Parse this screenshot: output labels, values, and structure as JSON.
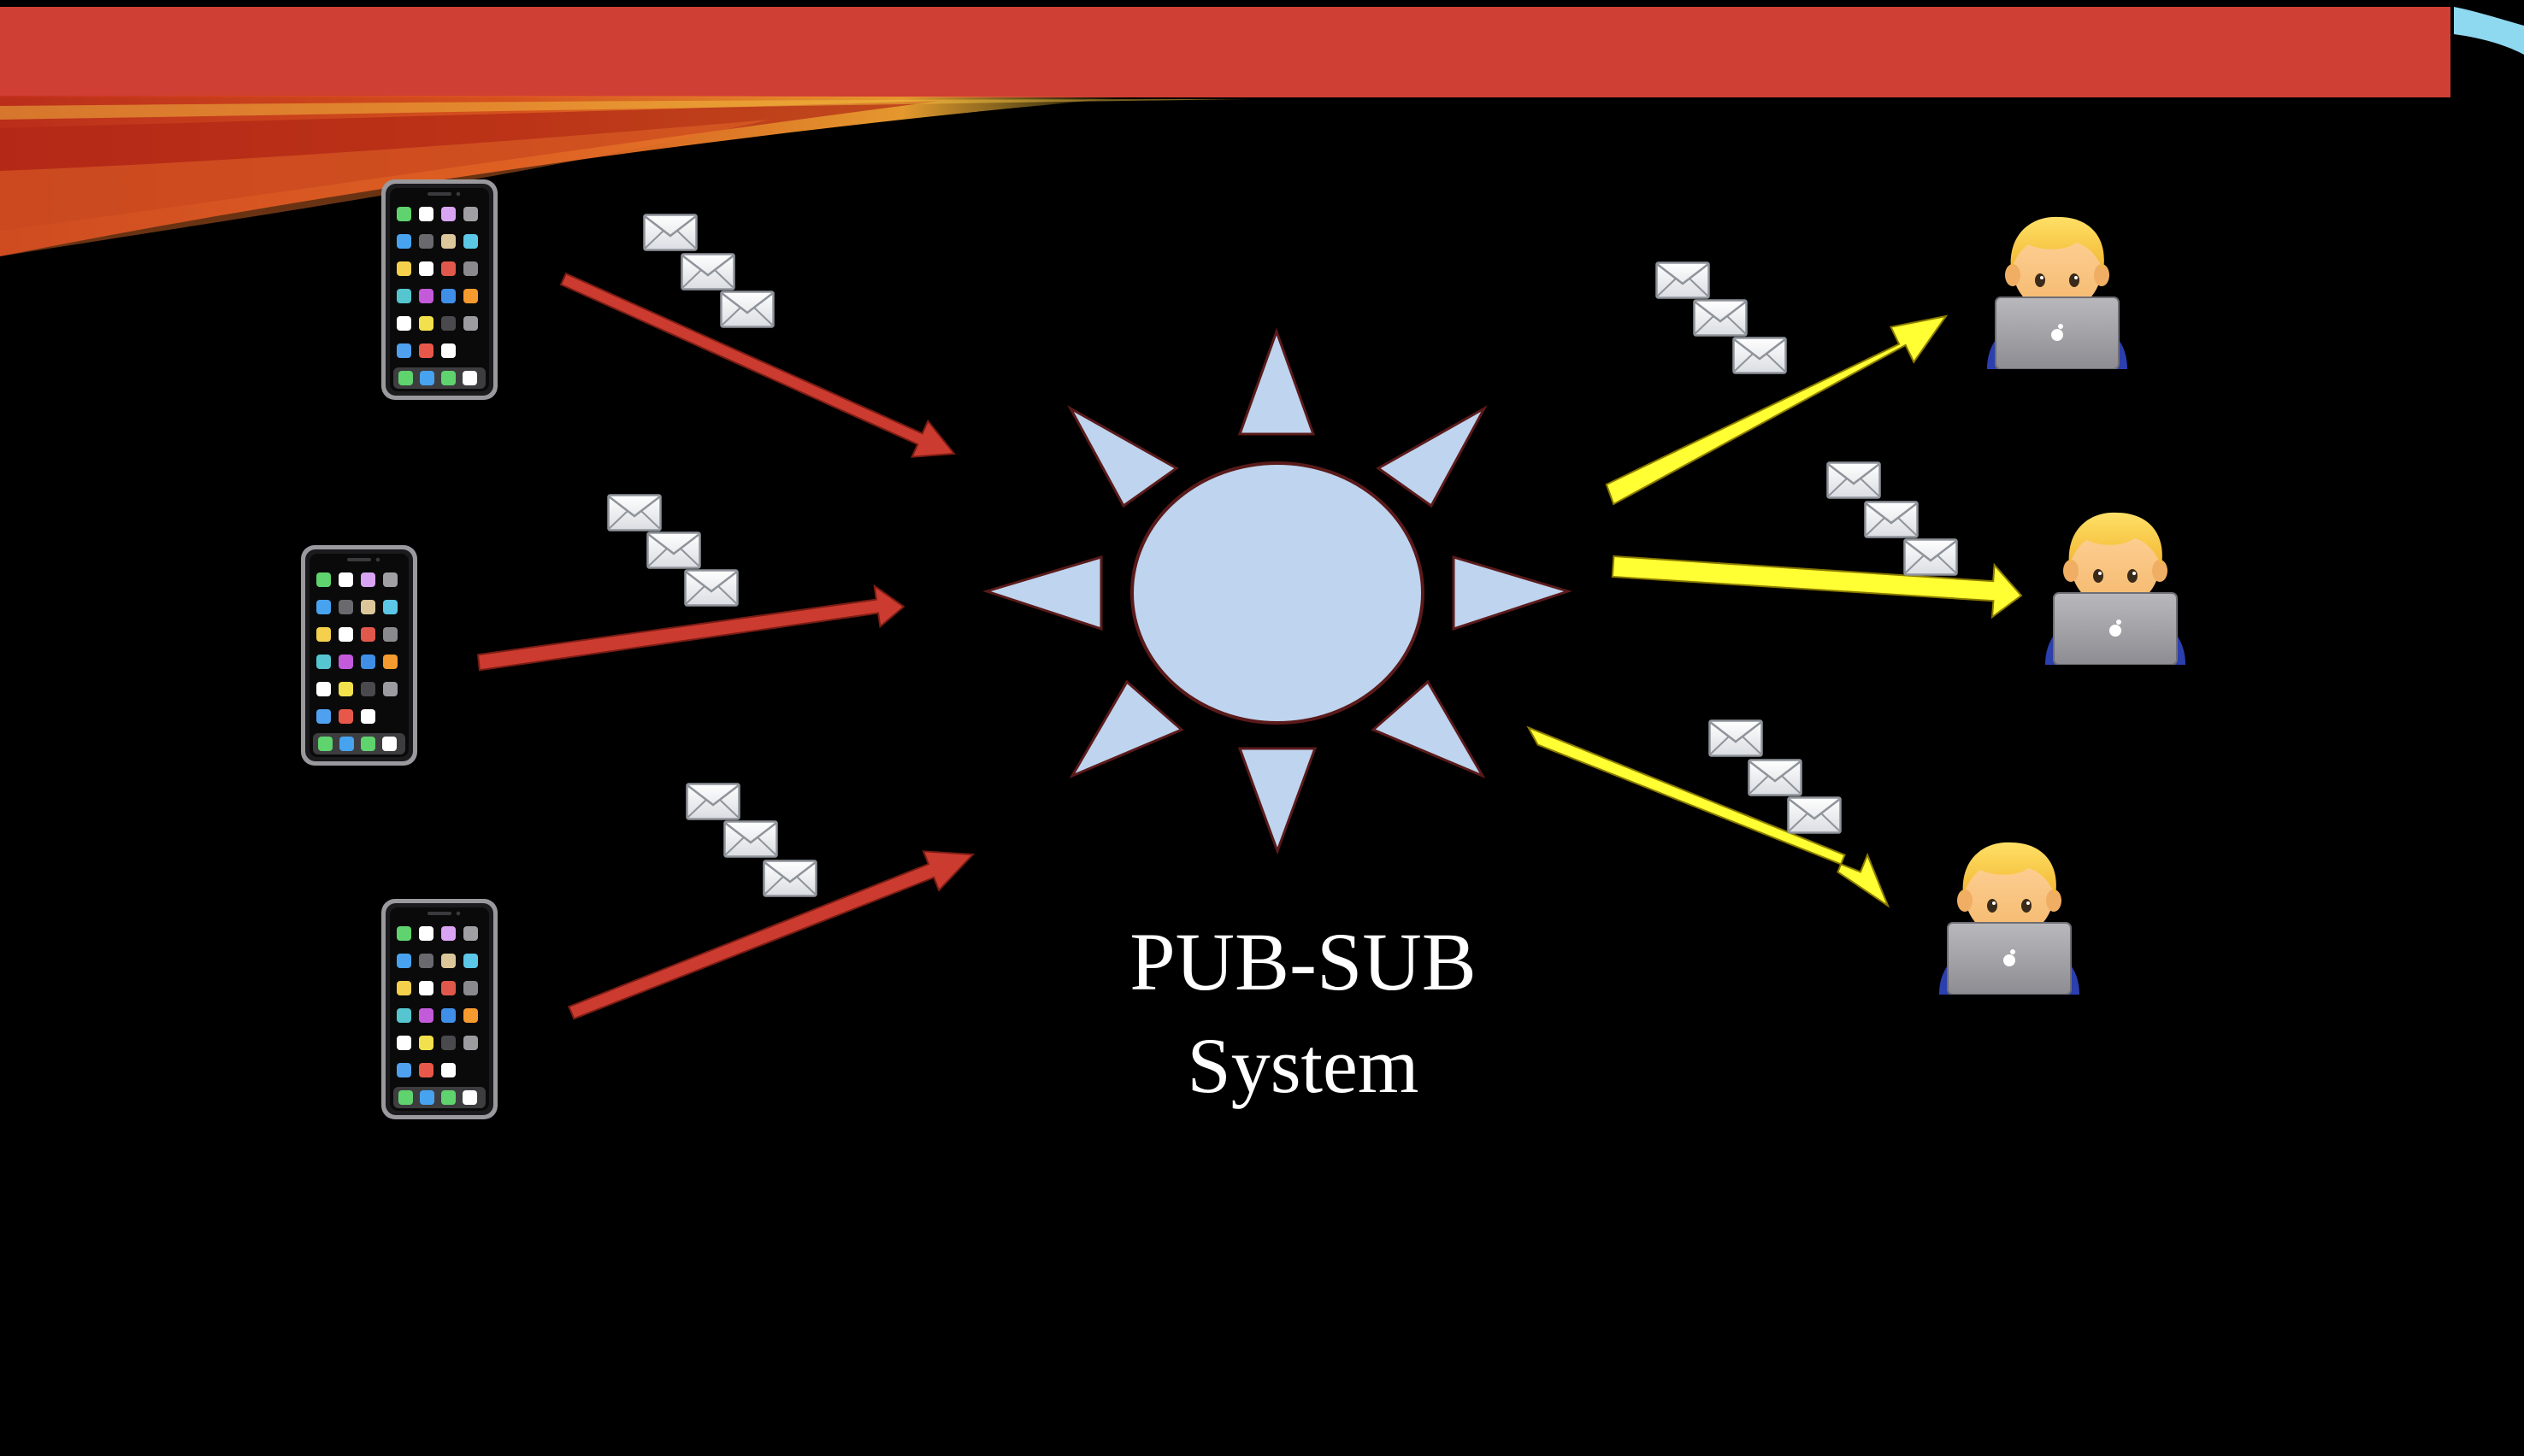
{
  "slide": {
    "background_color": "#000000",
    "banner_color": "#cf3f33"
  },
  "center": {
    "title": "PUB-SUB",
    "subtitle": "System",
    "body_color": "#bfd4ee",
    "outline_color": "#5a1a1a"
  },
  "publishers": [
    {
      "icon": "mobile-phone-icon",
      "message_icon": "envelope-icon",
      "message_count": 3
    },
    {
      "icon": "mobile-phone-icon",
      "message_icon": "envelope-icon",
      "message_count": 3
    },
    {
      "icon": "mobile-phone-icon",
      "message_icon": "envelope-icon",
      "message_count": 3
    }
  ],
  "subscribers": [
    {
      "icon": "technologist-with-laptop-icon",
      "message_icon": "envelope-icon",
      "message_count": 3
    },
    {
      "icon": "technologist-with-laptop-icon",
      "message_icon": "envelope-icon",
      "message_count": 3
    },
    {
      "icon": "technologist-with-laptop-icon",
      "message_icon": "envelope-icon",
      "message_count": 3
    }
  ],
  "arrows": {
    "publish_color": "#cc3b2f",
    "deliver_color": "#ffff33"
  }
}
